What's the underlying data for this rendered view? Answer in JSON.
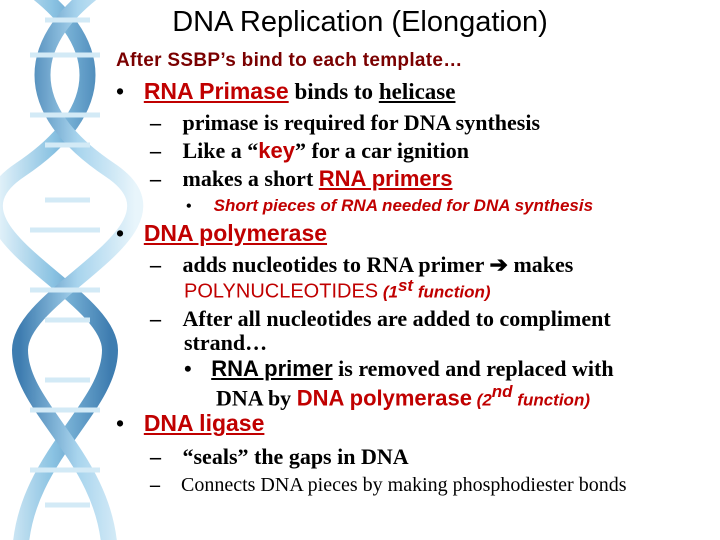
{
  "slide": {
    "title": "DNA Replication (Elongation)",
    "subheading": "After SSBP’s bind to each template…",
    "bullet_marker": "•",
    "dash_marker": "–",
    "b1": {
      "term": "RNA Primase",
      "rest_pre": " binds to ",
      "rest_link": "helicase"
    },
    "b1_d1": "primase is required for DNA synthesis",
    "b1_d2_pre": "Like a “",
    "b1_d2_key": "key",
    "b1_d2_post": "” for a car ignition",
    "b1_d3_pre": "makes a short ",
    "b1_d3_term": "RNA primers",
    "b1_d3_sub": "Short pieces of RNA needed for DNA synthesis",
    "b2_term": "DNA polymerase",
    "b2_d1_pre": "adds nucleotides to RNA primer ",
    "b2_d1_arrow": "➔",
    "b2_d1_post": " makes",
    "b2_d1_cont": "POLYNUCLEOTIDES",
    "b2_d1_fn_pre": " (1",
    "b2_d1_fn_sup": "st",
    "b2_d1_fn_post": " function)",
    "b2_d2_l1": "After all nucleotides are added to compliment",
    "b2_d2_l2": "strand…",
    "b2_d2_sub_term": "RNA primer",
    "b2_d2_sub_rest": " is removed and replaced with",
    "b2_d2_sub_l2_pre": "DNA by ",
    "b2_d2_sub_l2_term": "DNA polymerase",
    "b2_d2_fn_pre": " (2",
    "b2_d2_fn_sup": "nd",
    "b2_d2_fn_post": " function)",
    "b3_term": "DNA ligase",
    "b3_d1": "“seals” the gaps in DNA",
    "b3_d2": "Connects DNA pieces by making phosphodiester bonds"
  },
  "colors": {
    "accent_red": "#c00000",
    "subheading_maroon": "#7a0000",
    "helix_light": "#bfe3f5",
    "helix_dark": "#2a6fa8"
  },
  "icons": [
    "dna-helix-decoration",
    "right-arrow-icon"
  ]
}
